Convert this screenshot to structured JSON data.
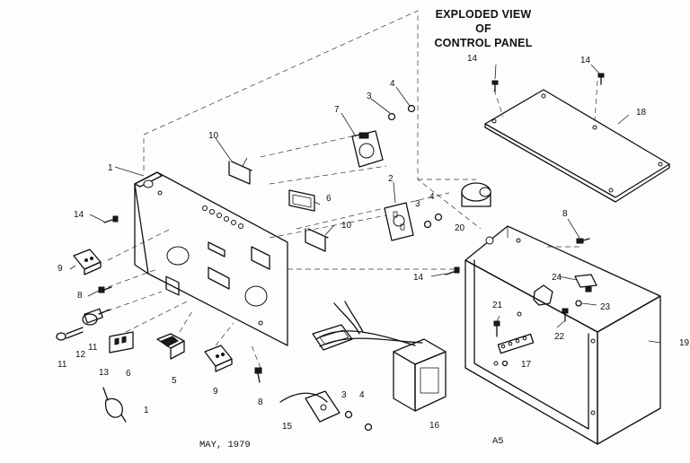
{
  "title": {
    "line1": "EXPLODED VIEW",
    "line2": "OF",
    "line3": "CONTROL PANEL"
  },
  "footer": {
    "date": "MAY, 1979",
    "page": "A5"
  },
  "labels": {
    "l1": "1",
    "l2": "2",
    "l3a": "3",
    "l3b": "3",
    "l3c": "3",
    "l4a": "4",
    "l4b": "4",
    "l4c": "4",
    "l5": "5",
    "l6a": "6",
    "l6b": "6",
    "l7": "7",
    "l8a": "8",
    "l8b": "8",
    "l8c": "8",
    "l9a": "9",
    "l9b": "9",
    "l10a": "10",
    "l10b": "10",
    "l11a": "11",
    "l11b": "11",
    "l12": "12",
    "l13": "13",
    "l14a": "14",
    "l14b": "14",
    "l14c": "14",
    "l14d": "14",
    "l15": "15",
    "l16": "16",
    "l17": "17",
    "l18": "18",
    "l19": "19",
    "l20": "20",
    "l21": "21",
    "l22": "22",
    "l23": "23",
    "l24": "24",
    "lone": "1"
  }
}
